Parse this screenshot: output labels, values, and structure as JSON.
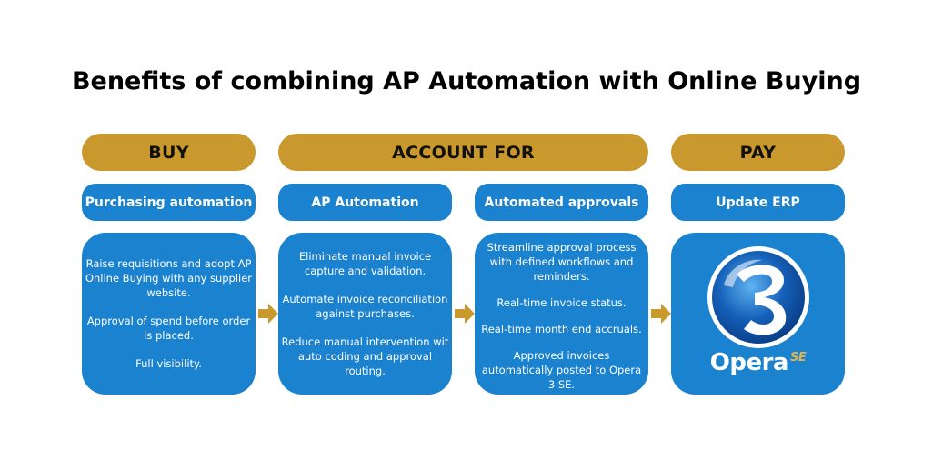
{
  "title": "Benefits of combining AP Automation with Online Buying",
  "stages": {
    "buy": "BUY",
    "account_for": "ACCOUNT FOR",
    "pay": "PAY"
  },
  "steps": [
    {
      "heading": "Purchasing automation",
      "lines": [
        "Raise requisitions and adopt AP Online Buying with any supplier website.",
        "Approval of spend before order is placed.",
        "Full visibility."
      ]
    },
    {
      "heading": "AP Automation",
      "lines": [
        "Eliminate manual invoice capture and validation.",
        "Automate invoice reconciliation against purchases.",
        "Reduce manual intervention wit auto coding and approval routing."
      ]
    },
    {
      "heading": "Automated approvals",
      "lines": [
        "Streamline approval process with defined  workflows and reminders.",
        "Real-time invoice status.",
        "Real-time month end accruals.",
        "Approved invoices automatically posted to Opera 3 SE."
      ]
    },
    {
      "heading": "Update ERP",
      "logo": {
        "name": "Opera",
        "suffix": "SE"
      }
    }
  ],
  "colors": {
    "stage": "#c9992d",
    "box": "#1b82cf",
    "arrow": "#c9992d",
    "text_light": "#ffffff"
  }
}
